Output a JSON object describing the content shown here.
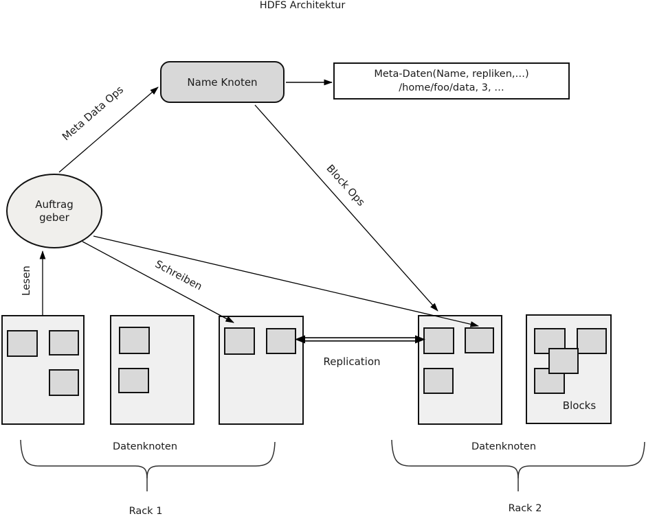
{
  "title": "HDFS Architektur",
  "nodes": {
    "name_node": {
      "label": "Name Knoten"
    },
    "meta_data": {
      "line1": "Meta-Daten(Name, repliken,…)",
      "line2": "/home/foo/data, 3, …"
    },
    "client": {
      "line1": "Auftrag",
      "line2": "geber"
    }
  },
  "edges": {
    "meta_data_ops_label": "Meta Data Ops",
    "block_ops_label": "Block Ops",
    "read_label": "Lesen",
    "write_label": "Schreiben",
    "replication_label": "Replication"
  },
  "racks": {
    "rack1": {
      "datanodes_label": "Datenknoten",
      "rack_label": "Rack 1"
    },
    "rack2": {
      "datanodes_label": "Datenknoten",
      "rack_label": "Rack 2"
    }
  },
  "blocks_label": "Blocks",
  "colors": {
    "node_fill": "#d8d8d8",
    "rack_fill": "#f0f0f0",
    "block_fill": "#d9d9d9",
    "client_fill": "#f0efec",
    "line": "#000000"
  }
}
